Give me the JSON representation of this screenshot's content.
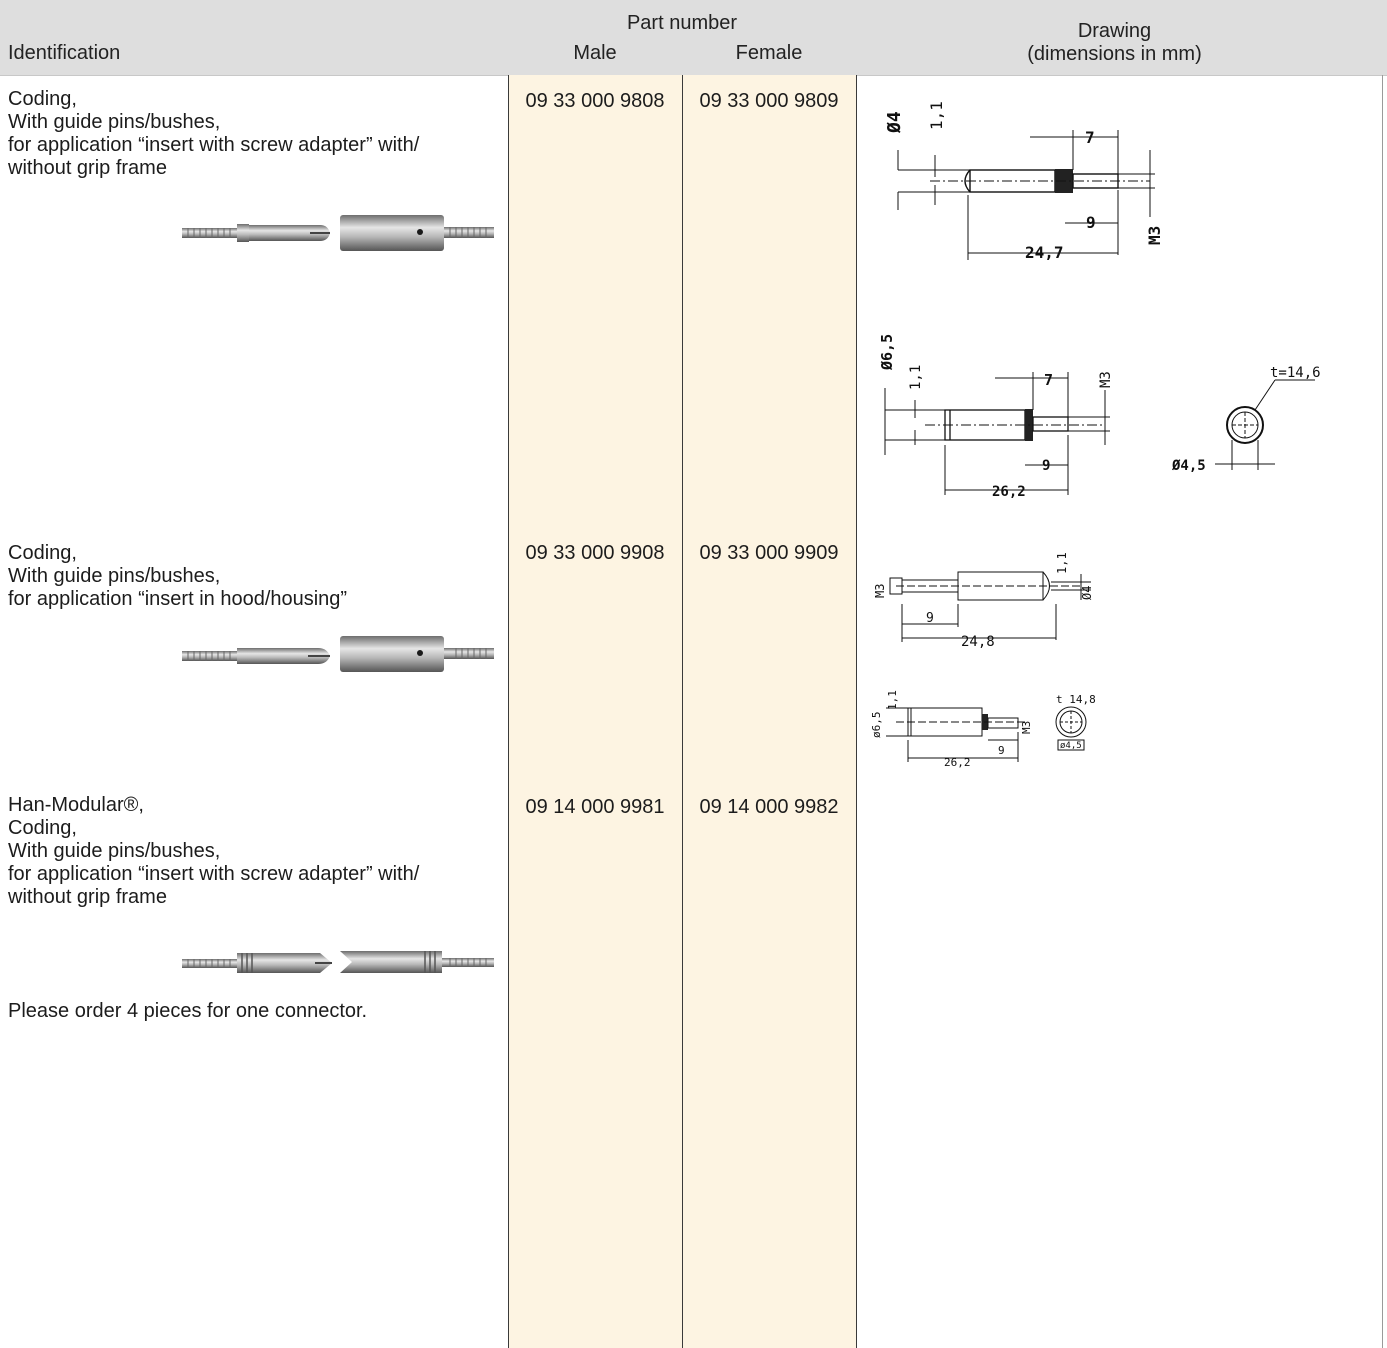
{
  "header": {
    "identification": "Identification",
    "part_number": "Part number",
    "male": "Male",
    "female": "Female",
    "drawing_line1": "Drawing",
    "drawing_line2": "(dimensions in mm)"
  },
  "rows": [
    {
      "identification": [
        "Coding,",
        "With guide pins/bushes,",
        "for application “insert with screw adapter” with/",
        "without grip frame"
      ],
      "male": "09 33 000 9808",
      "female": "09 33 000 9809",
      "drawings": {
        "male": {
          "d_outer": "Ø4",
          "slot": "1,1",
          "thread_len": "7",
          "stud": "9",
          "length": "24,7",
          "thread": "M3"
        },
        "female": {
          "d_outer": "Ø6,5",
          "slot": "1,1",
          "thread_len": "7",
          "thread": "M3",
          "stud": "9",
          "length": "26,2",
          "depth": "t=14,6",
          "bore": "Ø4,5"
        }
      }
    },
    {
      "identification": [
        "Coding,",
        "With guide pins/bushes,",
        "for application “insert in hood/housing”"
      ],
      "male": "09 33 000 9908",
      "female": "09 33 000 9909",
      "drawings": {
        "male": {
          "thread": "M3",
          "slot": "1,1",
          "d_outer": "Ø4",
          "stud": "9",
          "length": "24,8"
        },
        "female": {
          "d_outer": "ø6,5",
          "slot": "1,1",
          "thread": "M3",
          "stud": "9",
          "length": "26,2",
          "depth": "t 14,8",
          "bore": "ø4,5"
        }
      }
    },
    {
      "identification": [
        "Han-Modular®,",
        "Coding,",
        "With guide pins/bushes,",
        "for application “insert with screw adapter” with/",
        "without grip frame"
      ],
      "male": "09 14 000 9981",
      "female": "09 14 000 9982",
      "note": "Please order 4 pieces for one connector."
    }
  ]
}
